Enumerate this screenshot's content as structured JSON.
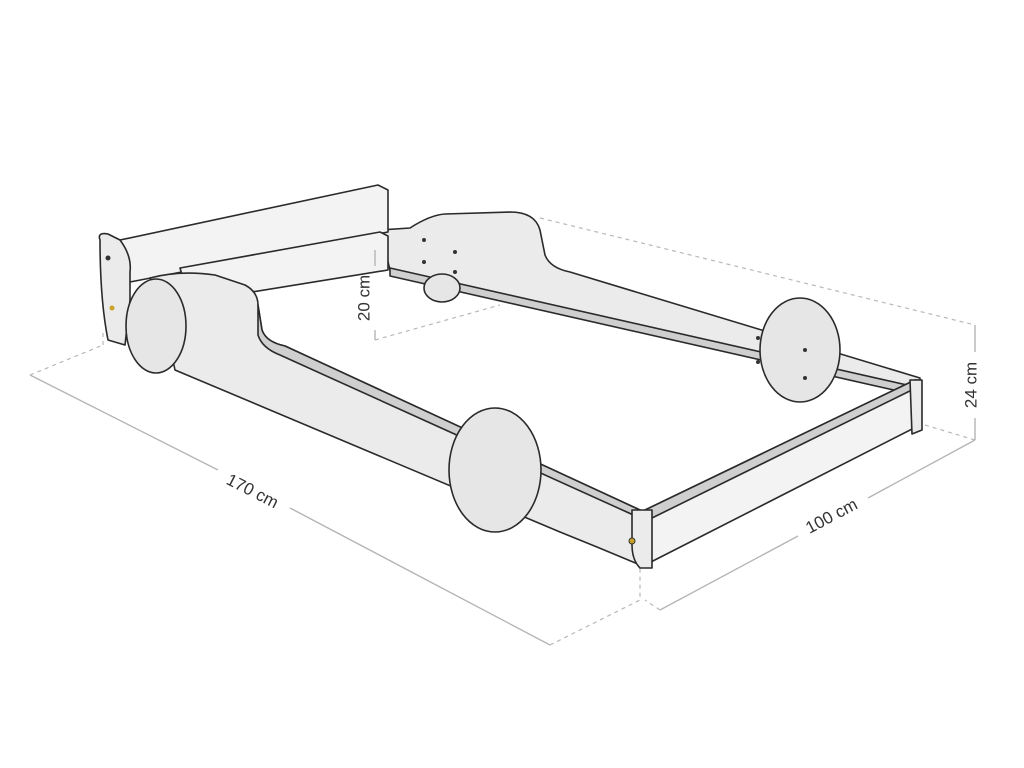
{
  "title": "Car bed dimensions",
  "dimensions": {
    "length": "170 cm",
    "width": "100 cm",
    "height": "24 cm",
    "side_height": "20 cm"
  },
  "colors": {
    "panel": "#ebebeb",
    "edge": "#2a2a2a",
    "dimension_line": "#b5b5b5",
    "bolt": "#c9a227"
  }
}
